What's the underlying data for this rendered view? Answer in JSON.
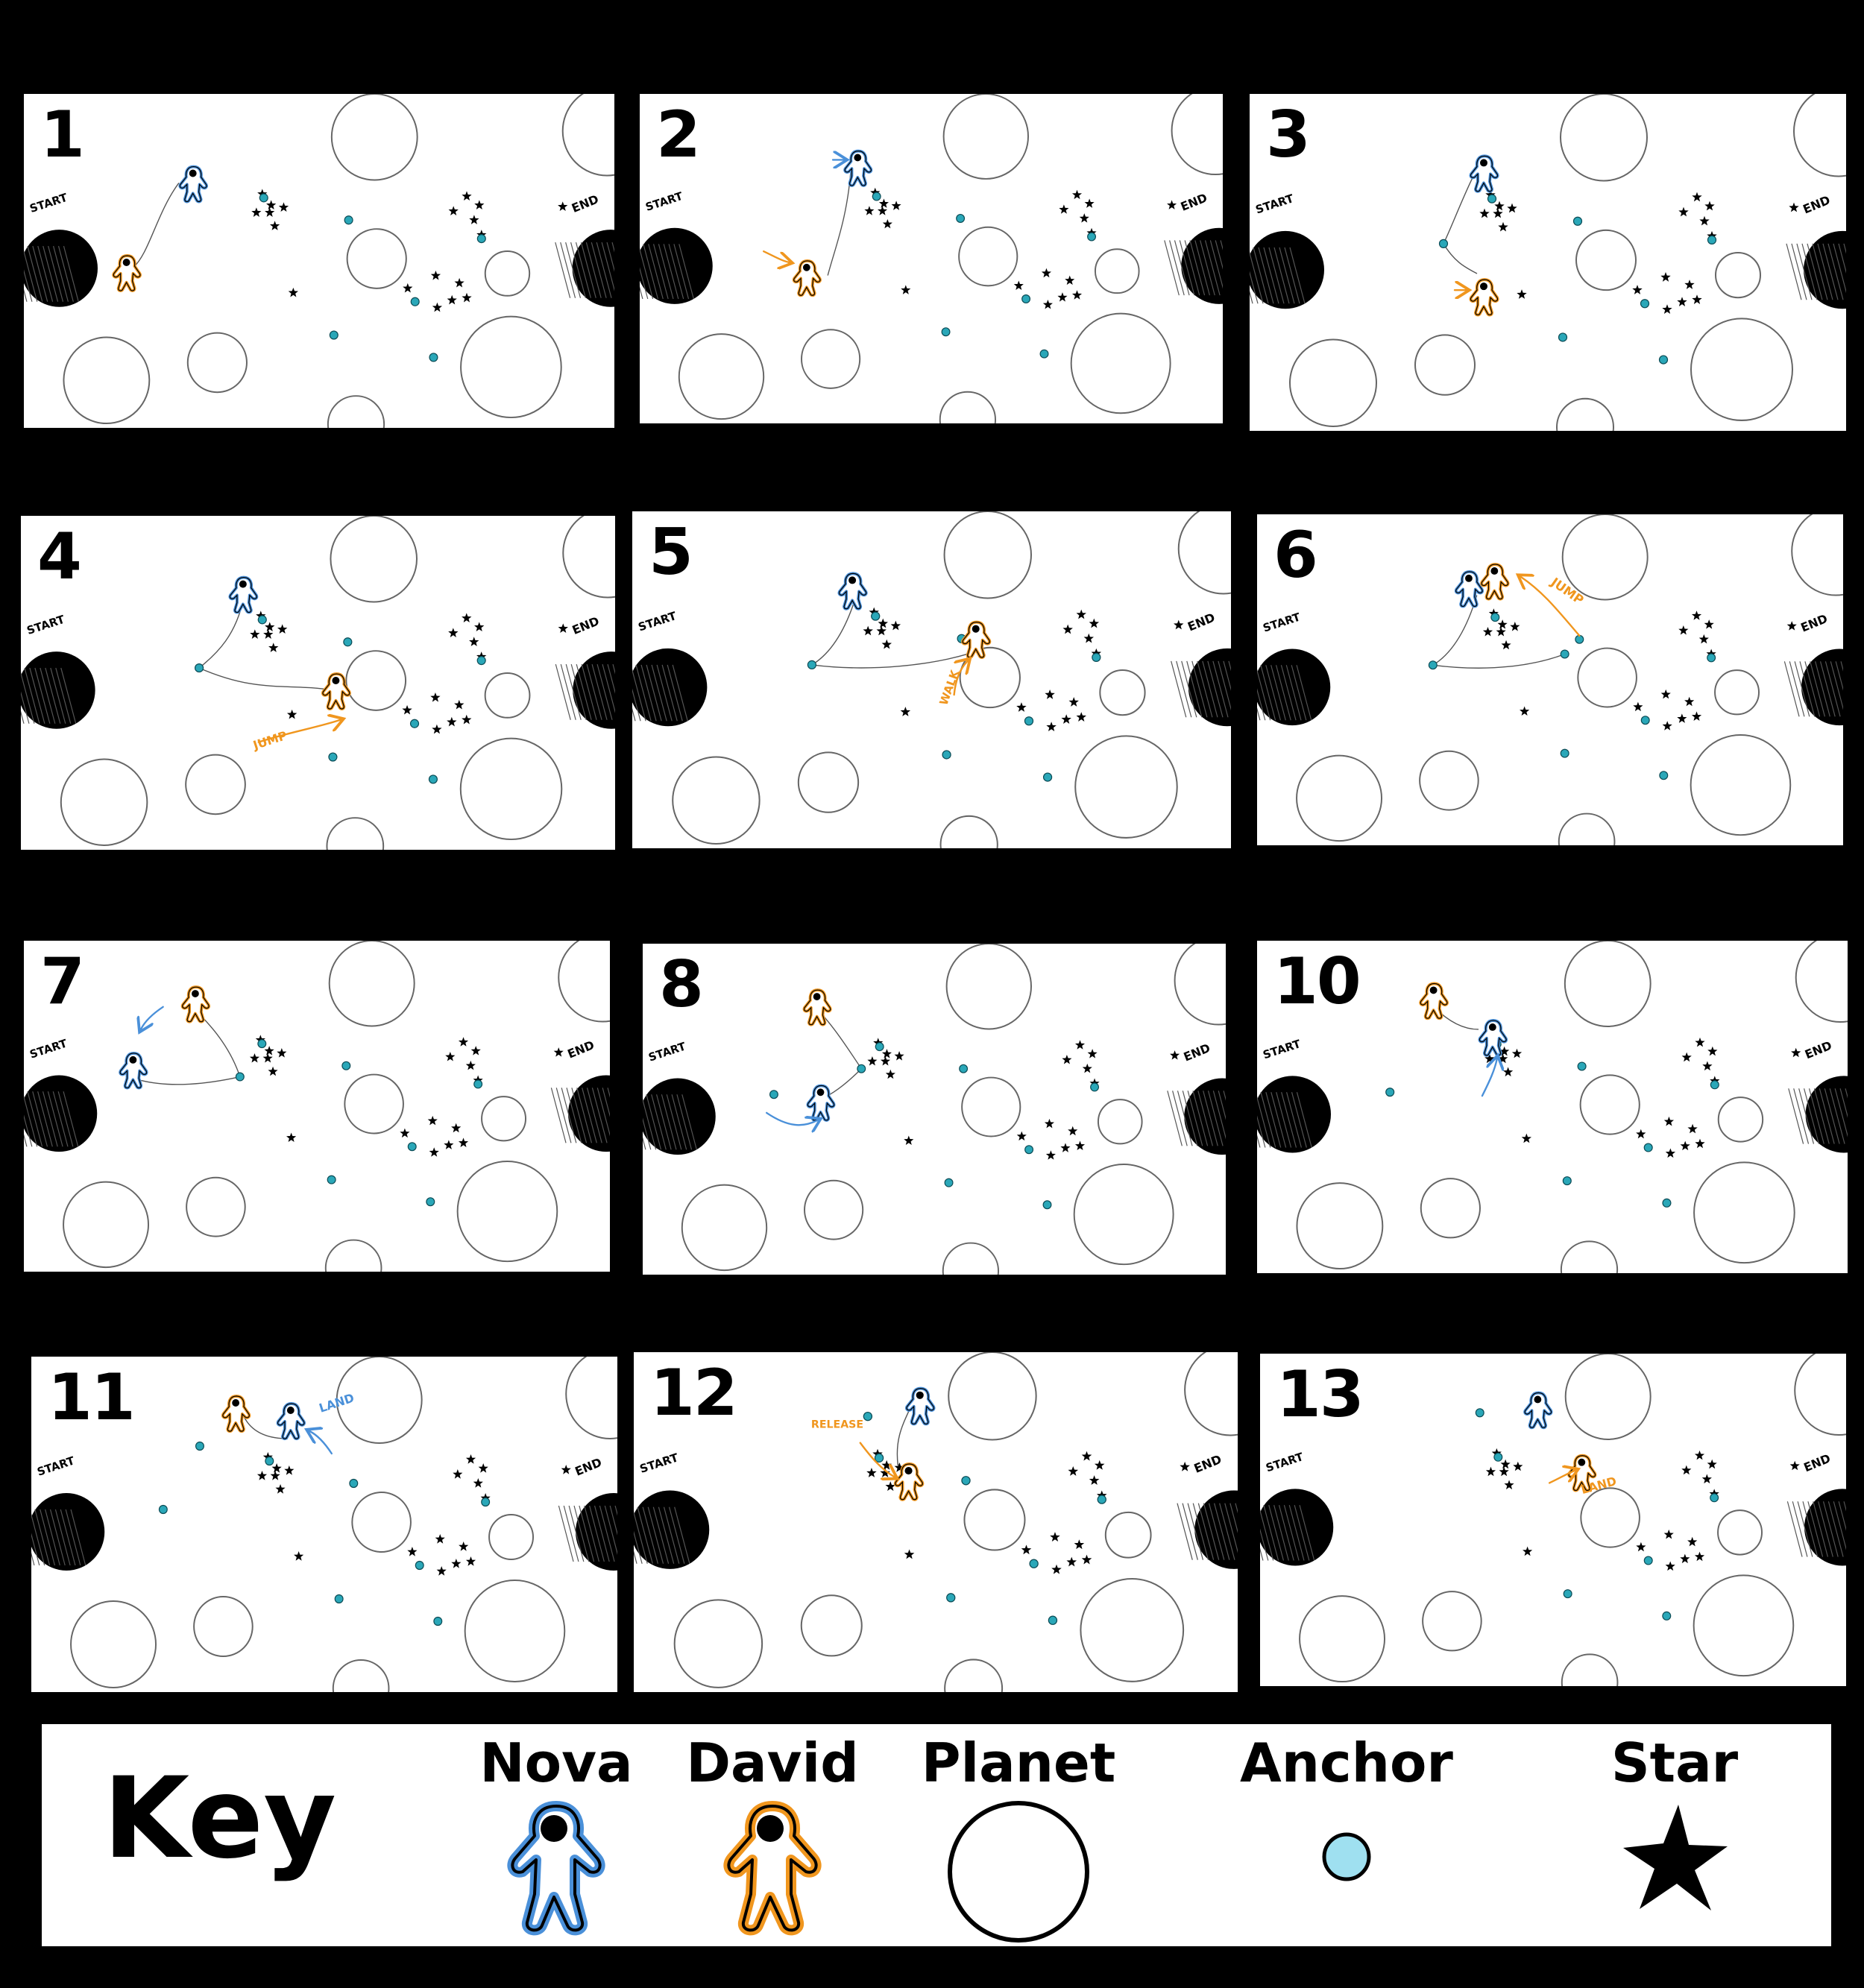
{
  "panels": [
    {
      "number": "1"
    },
    {
      "number": "2"
    },
    {
      "number": "3"
    },
    {
      "number": "4"
    },
    {
      "number": "5"
    },
    {
      "number": "6"
    },
    {
      "number": "7"
    },
    {
      "number": "8"
    },
    {
      "number": "10"
    },
    {
      "number": "11"
    },
    {
      "number": "12"
    },
    {
      "number": "13"
    }
  ],
  "map_labels": {
    "start": "START",
    "end": "END"
  },
  "annotations": {
    "jump": "JUMP",
    "walk": "WALK",
    "land": "LAND",
    "release": "RELEASE"
  },
  "key": {
    "title": "Key",
    "items": [
      {
        "label": "Nova",
        "icon": "astronaut-blue-icon"
      },
      {
        "label": "David",
        "icon": "astronaut-orange-icon"
      },
      {
        "label": "Planet",
        "icon": "planet-circle-icon"
      },
      {
        "label": "Anchor",
        "icon": "anchor-dot-icon"
      },
      {
        "label": "Star",
        "icon": "star-icon"
      }
    ]
  },
  "colors": {
    "nova": "#4a90d9",
    "david": "#f0961e",
    "anchor": "#1a9aa8",
    "panel_bg": "#ffffff",
    "background": "#000000"
  }
}
